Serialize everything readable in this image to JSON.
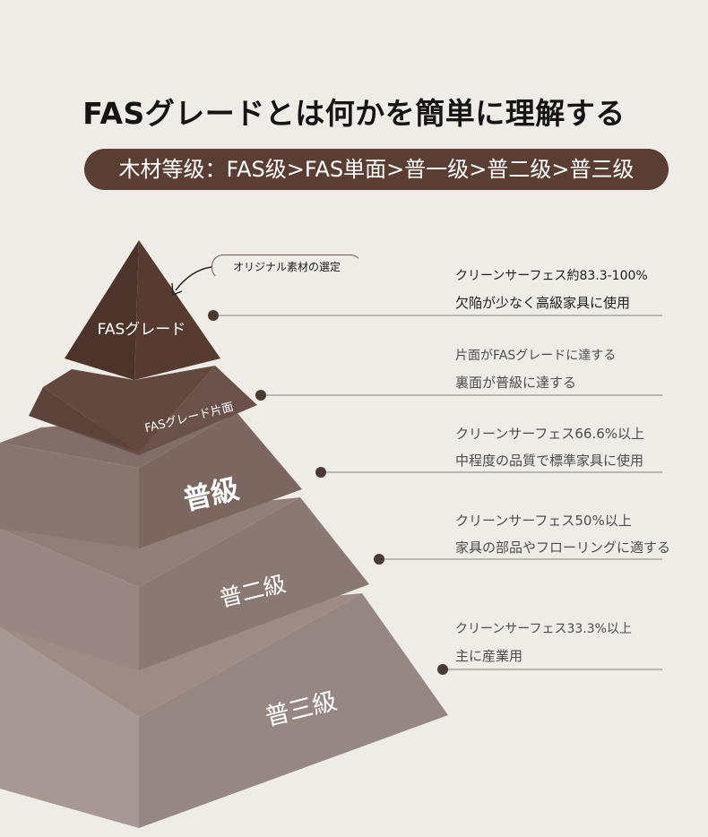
{
  "title": "FASグレードとは何かを簡単に理解する",
  "banner": "木材等级：FAS级>FAS単面>普一级>普二级>普三级",
  "callout": "オリジナル素材の選定",
  "tiers": [
    {
      "label": "FASグレード",
      "color": "#573b31"
    },
    {
      "label": "FASグレード片面",
      "color": "#6a5149"
    },
    {
      "label": "普級",
      "color": "#7b6660"
    },
    {
      "label": "普二級",
      "color": "#8a7873"
    },
    {
      "label": "普三級",
      "color": "#978782"
    }
  ],
  "descriptions": [
    {
      "line1": "クリーンサーフェス約83.3-100%",
      "line2": "欠陥が少なく高級家具に使用"
    },
    {
      "line1": "片面がFASグレードに達する",
      "line2": "裏面が普級に達する"
    },
    {
      "line1": "クリーンサーフェス66.6%以上",
      "line2": "中程度の品質で標準家具に使用"
    },
    {
      "line1": "クリーンサーフェス50%以上",
      "line2": "家具の部品やフローリングに適する"
    },
    {
      "line1": "クリーンサーフェス33.3%以上",
      "line2": "主に産業用"
    }
  ]
}
